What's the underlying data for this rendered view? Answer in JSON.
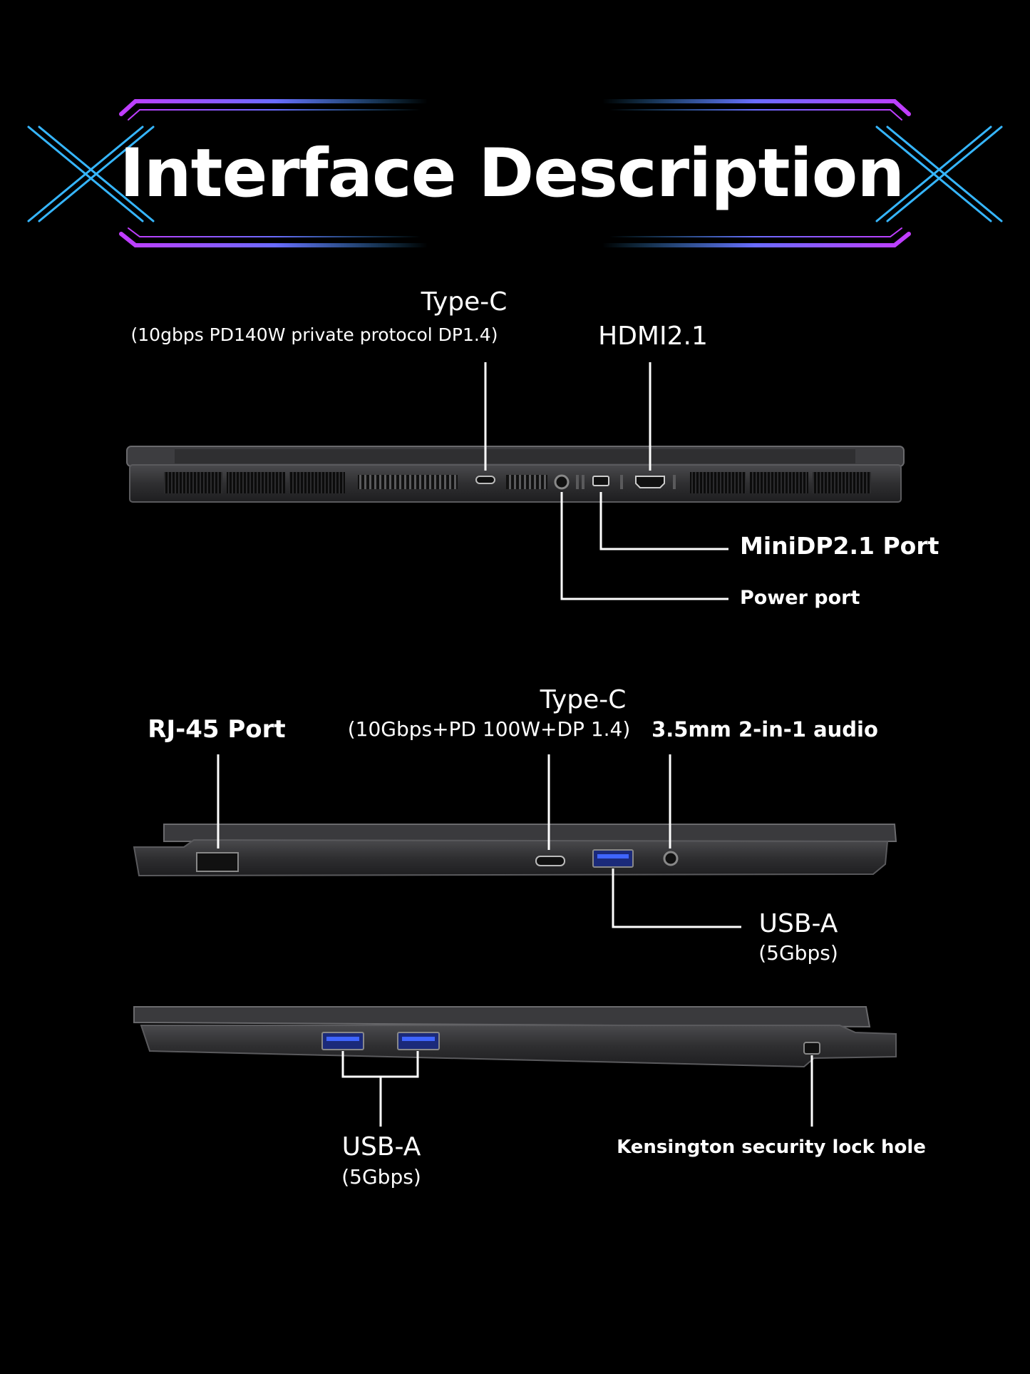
{
  "title": "Interface Description",
  "colors": {
    "background": "#000000",
    "accent_cyan": "#36b6ff",
    "accent_purple": "#c23cff",
    "body": "#3a3a3c",
    "text": "#ffffff"
  },
  "rear_view": {
    "type_c": {
      "name": "Type-C",
      "detail": "(10gbps PD140W private protocol DP1.4)"
    },
    "hdmi": {
      "name": "HDMI2.1"
    },
    "minidp": {
      "name": "MiniDP2.1 Port"
    },
    "power": {
      "name": "Power port"
    }
  },
  "left_view": {
    "rj45": {
      "name": "RJ-45 Port"
    },
    "type_c": {
      "name": "Type-C",
      "detail": "(10Gbps+PD 100W+DP 1.4)"
    },
    "audio": {
      "name": "3.5mm 2-in-1 audio"
    },
    "usb_a": {
      "name": "USB-A",
      "detail": "(5Gbps)"
    }
  },
  "right_view": {
    "usb_a": {
      "name": "USB-A",
      "detail": "(5Gbps)"
    },
    "kensington": {
      "name": "Kensington security lock hole"
    }
  }
}
